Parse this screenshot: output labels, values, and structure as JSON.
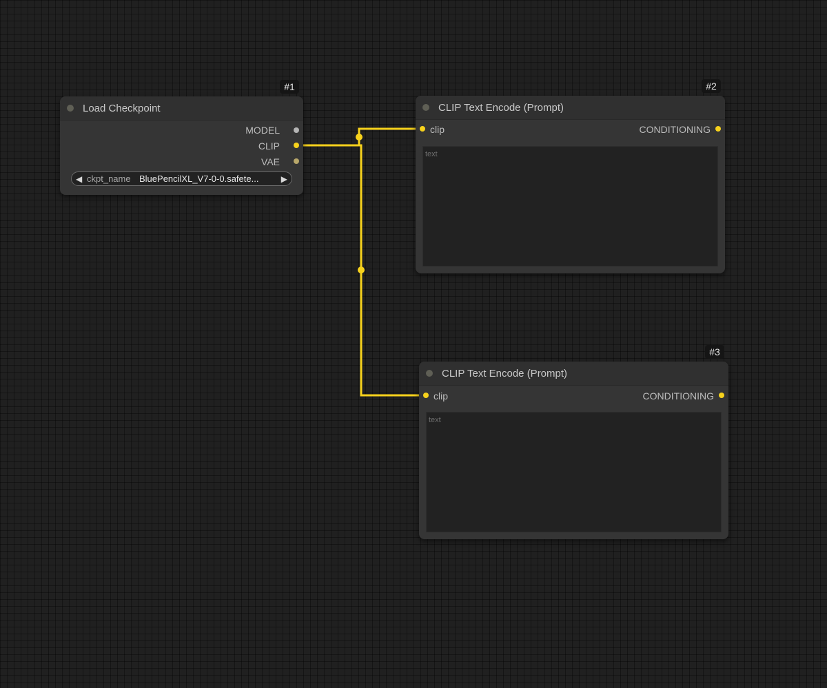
{
  "canvas": {
    "link_color": "#f7d21c",
    "background_color": "#202020",
    "node_color": "#353535"
  },
  "nodes": {
    "load_checkpoint": {
      "id_badge": "#1",
      "title": "Load Checkpoint",
      "outputs": [
        "MODEL",
        "CLIP",
        "VAE"
      ],
      "widget": {
        "name": "ckpt_name",
        "value": "BluePencilXL_V7-0-0.safete...",
        "left_arrow": "◀",
        "right_arrow": "▶"
      }
    },
    "clip_encode_1": {
      "id_badge": "#2",
      "title": "CLIP Text Encode (Prompt)",
      "input": "clip",
      "output": "CONDITIONING",
      "text_placeholder": "text"
    },
    "clip_encode_2": {
      "id_badge": "#3",
      "title": "CLIP Text Encode (Prompt)",
      "input": "clip",
      "output": "CONDITIONING",
      "text_placeholder": "text"
    }
  }
}
